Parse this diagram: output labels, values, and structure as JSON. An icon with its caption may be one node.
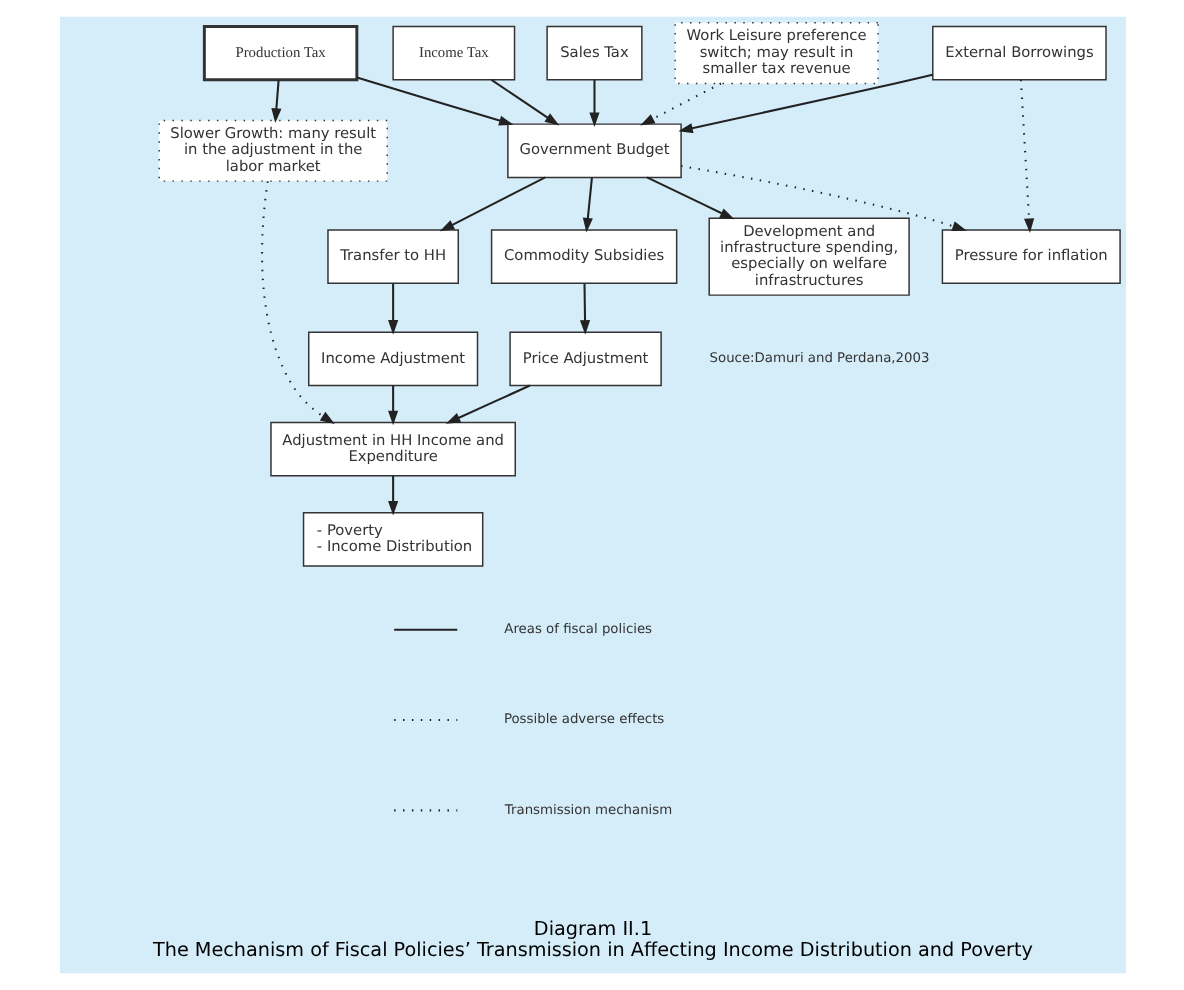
{
  "diagram": {
    "title": "Diagram II.1",
    "caption": "The Mechanism of Fiscal Policies’ Transmission in Affecting Income Distribution and Poverty",
    "nodes": [
      {
        "text": [
          "Production Tax"
        ]
      },
      {
        "text": [
          "Income Tax"
        ]
      },
      {
        "text": [
          "Slower Growth: many result in the adjustment in the labor market"
        ]
      },
      {
        "text": [
          "Sales Tax"
        ]
      },
      {
        "text": [
          "Work Leisure preference switch; may result in smaller tax revenue"
        ]
      },
      {
        "text": [
          "External Borrowings"
        ]
      },
      {
        "text": [
          "Government Budget"
        ]
      },
      {
        "text": [
          "Transfer to HH"
        ]
      },
      {
        "text": [
          "Commodity Subsidies"
        ]
      },
      {
        "text": [
          "Pressure for inflation"
        ]
      },
      {
        "text": [
          "Income Adjustment"
        ]
      },
      {
        "text": [
          "Price Adjustment"
        ]
      },
      {
        "text": [
          "Adjustment in HH Income and Expenditure"
        ]
      },
      {
        "text": [
          "Development and infrastructure spending, especially on welfare infrastructures"
        ]
      },
      {
        "text": [
          "- Poverty",
          "- Income Distribution"
        ]
      }
    ],
    "edges": [
      {
        "from": 0,
        "to": 2,
        "arrow": "to"
      },
      {
        "from": 0,
        "to": 6,
        "arrow": "to"
      },
      {
        "from": 1,
        "to": 6,
        "arrow": "to"
      },
      {
        "from": 3,
        "to": 6,
        "arrow": "to"
      },
      {
        "from": 5,
        "to": 6,
        "arrow": "to"
      },
      {
        "from": 4,
        "to": 6,
        "arrow": "to",
        "style": "dashed"
      },
      {
        "from": 6,
        "to": 7,
        "arrow": "to"
      },
      {
        "from": 6,
        "to": 8,
        "arrow": "to"
      },
      {
        "from": 6,
        "to": 13,
        "arrow": "to"
      },
      {
        "from": 6,
        "to": 9,
        "arrow": "to",
        "style": "dashed"
      },
      {
        "from": 5,
        "to": 9,
        "arrow": "to",
        "style": "dashed"
      },
      {
        "from": 2,
        "to": 12,
        "arrow": "to",
        "style": "dashed"
      },
      {
        "from": 7,
        "to": 10,
        "arrow": "to"
      },
      {
        "from": 8,
        "to": 11,
        "arrow": "to"
      },
      {
        "from": 10,
        "to": 12,
        "arrow": "to"
      },
      {
        "from": 11,
        "to": 12,
        "arrow": "to"
      },
      {
        "from": 12,
        "to": 14,
        "arrow": "to"
      }
    ],
    "labels": [
      "Souce:Damuri and Perdana,2003"
    ],
    "legend": [
      {
        "text": "Areas of fiscal policies"
      },
      {
        "text": "Possible adverse effects"
      },
      {
        "text": "Transmission mechanism"
      }
    ]
  }
}
